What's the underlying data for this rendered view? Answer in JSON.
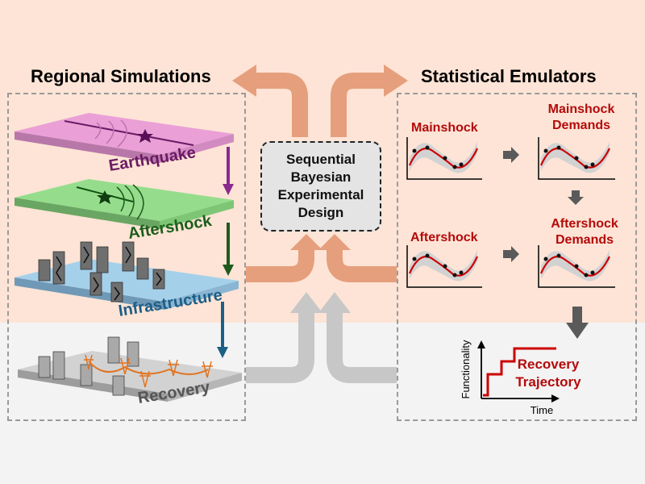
{
  "left_title": "Regional Simulations",
  "right_title": "Statistical Emulators",
  "center": {
    "line1": "Sequential",
    "line2": "Bayesian",
    "line3": "Experimental",
    "line4": "Design"
  },
  "layers": {
    "earthquake": "Earthquake",
    "aftershock": "Aftershock",
    "infrastructure": "Infrastructure",
    "recovery": "Recovery"
  },
  "emulators": {
    "mainshock": "Mainshock",
    "mainshock_demands_1": "Mainshock",
    "mainshock_demands_2": "Demands",
    "aftershock": "Aftershock",
    "aftershock_demands_1": "Aftershock",
    "aftershock_demands_2": "Demands",
    "recovery_1": "Recovery",
    "recovery_2": "Trajectory",
    "y_axis": "Functionality",
    "x_axis": "Time"
  },
  "colors": {
    "top_band": "#fde4d6",
    "bottom_band": "#f2f2f2",
    "orange_arrow": "#e69f7c",
    "gray_arrow": "#c7c7c7",
    "accent_red": "#b40a0a",
    "earthquake_layer": "#eaa0d6",
    "aftershock_layer": "#95dd8c",
    "infrastructure_layer": "#a5d0ea",
    "recovery_layer": "#d2d2d2"
  }
}
